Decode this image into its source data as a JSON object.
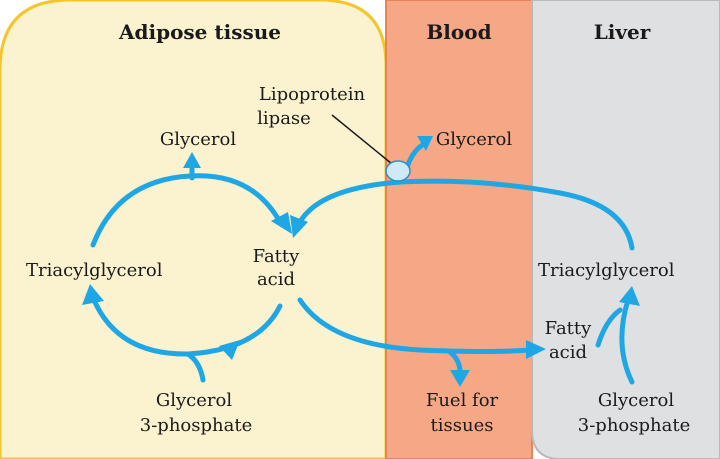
{
  "regions": {
    "adipose": {
      "title": "Adipose tissue",
      "fill": "#fbf2cf",
      "border": "#f2c62c"
    },
    "blood": {
      "title": "Blood",
      "fill": "#f6a886",
      "border": "#e78457"
    },
    "liver": {
      "title": "Liver",
      "fill": "#dfe0e2",
      "border": "#b7b9bc"
    }
  },
  "adipose_labels": {
    "glycerol": "Glycerol",
    "fatty_acid_1": "Fatty",
    "fatty_acid_2": "acid",
    "triacylglycerol": "Triacylglycerol",
    "g3p_1": "Glycerol",
    "g3p_2": "3-phosphate"
  },
  "blood_labels": {
    "lipase_1": "Lipoprotein",
    "lipase_2": "lipase",
    "glycerol": "Glycerol",
    "fuel_1": "Fuel for",
    "fuel_2": "tissues"
  },
  "liver_labels": {
    "triacylglycerol": "Triacylglycerol",
    "fatty_acid_1": "Fatty",
    "fatty_acid_2": "acid",
    "g3p_1": "Glycerol",
    "g3p_2": "3-phosphate"
  },
  "colors": {
    "arrow": "#1ea7e4",
    "enzyme": "#cfeaf6"
  }
}
